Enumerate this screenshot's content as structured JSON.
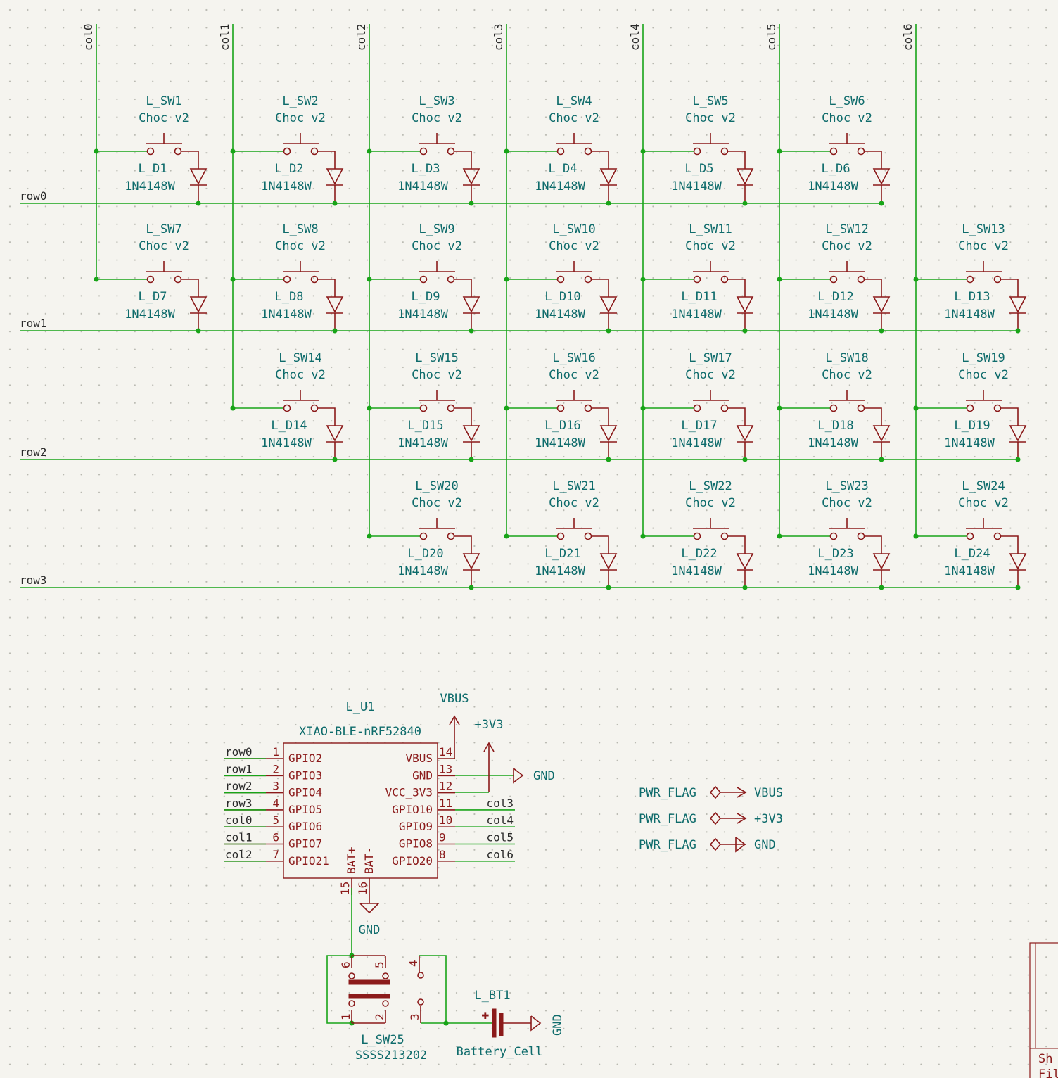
{
  "columns": [
    "col0",
    "col1",
    "col2",
    "col3",
    "col4",
    "col5",
    "col6"
  ],
  "rows": [
    "row0",
    "row1",
    "row2",
    "row3"
  ],
  "keys": [
    {
      "sw": "L_SW1",
      "model": "Choc v2",
      "d": "L_D1",
      "dv": "1N4148W",
      "col": 0,
      "row": 0
    },
    {
      "sw": "L_SW2",
      "model": "Choc v2",
      "d": "L_D2",
      "dv": "1N4148W",
      "col": 1,
      "row": 0
    },
    {
      "sw": "L_SW3",
      "model": "Choc v2",
      "d": "L_D3",
      "dv": "1N4148W",
      "col": 2,
      "row": 0
    },
    {
      "sw": "L_SW4",
      "model": "Choc v2",
      "d": "L_D4",
      "dv": "1N4148W",
      "col": 3,
      "row": 0
    },
    {
      "sw": "L_SW5",
      "model": "Choc v2",
      "d": "L_D5",
      "dv": "1N4148W",
      "col": 4,
      "row": 0
    },
    {
      "sw": "L_SW6",
      "model": "Choc v2",
      "d": "L_D6",
      "dv": "1N4148W",
      "col": 5,
      "row": 0
    },
    {
      "sw": "L_SW7",
      "model": "Choc v2",
      "d": "L_D7",
      "dv": "1N4148W",
      "col": 0,
      "row": 1
    },
    {
      "sw": "L_SW8",
      "model": "Choc v2",
      "d": "L_D8",
      "dv": "1N4148W",
      "col": 1,
      "row": 1
    },
    {
      "sw": "L_SW9",
      "model": "Choc v2",
      "d": "L_D9",
      "dv": "1N4148W",
      "col": 2,
      "row": 1
    },
    {
      "sw": "L_SW10",
      "model": "Choc v2",
      "d": "L_D10",
      "dv": "1N4148W",
      "col": 3,
      "row": 1
    },
    {
      "sw": "L_SW11",
      "model": "Choc v2",
      "d": "L_D11",
      "dv": "1N4148W",
      "col": 4,
      "row": 1
    },
    {
      "sw": "L_SW12",
      "model": "Choc v2",
      "d": "L_D12",
      "dv": "1N4148W",
      "col": 5,
      "row": 1
    },
    {
      "sw": "L_SW13",
      "model": "Choc v2",
      "d": "L_D13",
      "dv": "1N4148W",
      "col": 6,
      "row": 1
    },
    {
      "sw": "L_SW14",
      "model": "Choc v2",
      "d": "L_D14",
      "dv": "1N4148W",
      "col": 1,
      "row": 2
    },
    {
      "sw": "L_SW15",
      "model": "Choc v2",
      "d": "L_D15",
      "dv": "1N4148W",
      "col": 2,
      "row": 2
    },
    {
      "sw": "L_SW16",
      "model": "Choc v2",
      "d": "L_D16",
      "dv": "1N4148W",
      "col": 3,
      "row": 2
    },
    {
      "sw": "L_SW17",
      "model": "Choc v2",
      "d": "L_D17",
      "dv": "1N4148W",
      "col": 4,
      "row": 2
    },
    {
      "sw": "L_SW18",
      "model": "Choc v2",
      "d": "L_D18",
      "dv": "1N4148W",
      "col": 5,
      "row": 2
    },
    {
      "sw": "L_SW19",
      "model": "Choc v2",
      "d": "L_D19",
      "dv": "1N4148W",
      "col": 6,
      "row": 2
    },
    {
      "sw": "L_SW20",
      "model": "Choc v2",
      "d": "L_D20",
      "dv": "1N4148W",
      "col": 2,
      "row": 3
    },
    {
      "sw": "L_SW21",
      "model": "Choc v2",
      "d": "L_D21",
      "dv": "1N4148W",
      "col": 3,
      "row": 3
    },
    {
      "sw": "L_SW22",
      "model": "Choc v2",
      "d": "L_D22",
      "dv": "1N4148W",
      "col": 4,
      "row": 3
    },
    {
      "sw": "L_SW23",
      "model": "Choc v2",
      "d": "L_D23",
      "dv": "1N4148W",
      "col": 5,
      "row": 3
    },
    {
      "sw": "L_SW24",
      "model": "Choc v2",
      "d": "L_D24",
      "dv": "1N4148W",
      "col": 6,
      "row": 3
    }
  ],
  "mcu": {
    "ref": "L_U1",
    "value": "XIAO-BLE-nRF52840",
    "left_pins": [
      {
        "num": "1",
        "name": "GPIO2",
        "net": "row0"
      },
      {
        "num": "2",
        "name": "GPIO3",
        "net": "row1"
      },
      {
        "num": "3",
        "name": "GPIO4",
        "net": "row2"
      },
      {
        "num": "4",
        "name": "GPIO5",
        "net": "row3"
      },
      {
        "num": "5",
        "name": "GPIO6",
        "net": "col0"
      },
      {
        "num": "6",
        "name": "GPIO7",
        "net": "col1"
      },
      {
        "num": "7",
        "name": "GPIO21",
        "net": "col2"
      }
    ],
    "right_pins": [
      {
        "num": "14",
        "name": "VBUS",
        "net": ""
      },
      {
        "num": "13",
        "name": "GND",
        "net": ""
      },
      {
        "num": "12",
        "name": "VCC_3V3",
        "net": ""
      },
      {
        "num": "11",
        "name": "GPIO10",
        "net": "col3"
      },
      {
        "num": "10",
        "name": "GPIO9",
        "net": "col4"
      },
      {
        "num": "9",
        "name": "GPIO8",
        "net": "col5"
      },
      {
        "num": "8",
        "name": "GPIO20",
        "net": "col6"
      }
    ],
    "bottom_pins": [
      {
        "num": "15",
        "name": "BAT+"
      },
      {
        "num": "16",
        "name": "BAT-"
      }
    ]
  },
  "power": {
    "vbus": "VBUS",
    "v33": "+3V3",
    "gnd": "GND"
  },
  "pwr_flags": [
    {
      "flag": "PWR_FLAG",
      "net": "VBUS"
    },
    {
      "flag": "PWR_FLAG",
      "net": "+3V3"
    },
    {
      "flag": "PWR_FLAG",
      "net": "GND"
    }
  ],
  "power_switch": {
    "ref": "L_SW25",
    "value": "SSSS213202",
    "pins": [
      "6",
      "5",
      "4",
      "1",
      "2",
      "3"
    ]
  },
  "battery": {
    "ref": "L_BT1",
    "value": "Battery_Cell",
    "plus": "+",
    "gnd": "GND"
  },
  "title_block": {
    "line1": "Sh",
    "line2": "Fil"
  }
}
